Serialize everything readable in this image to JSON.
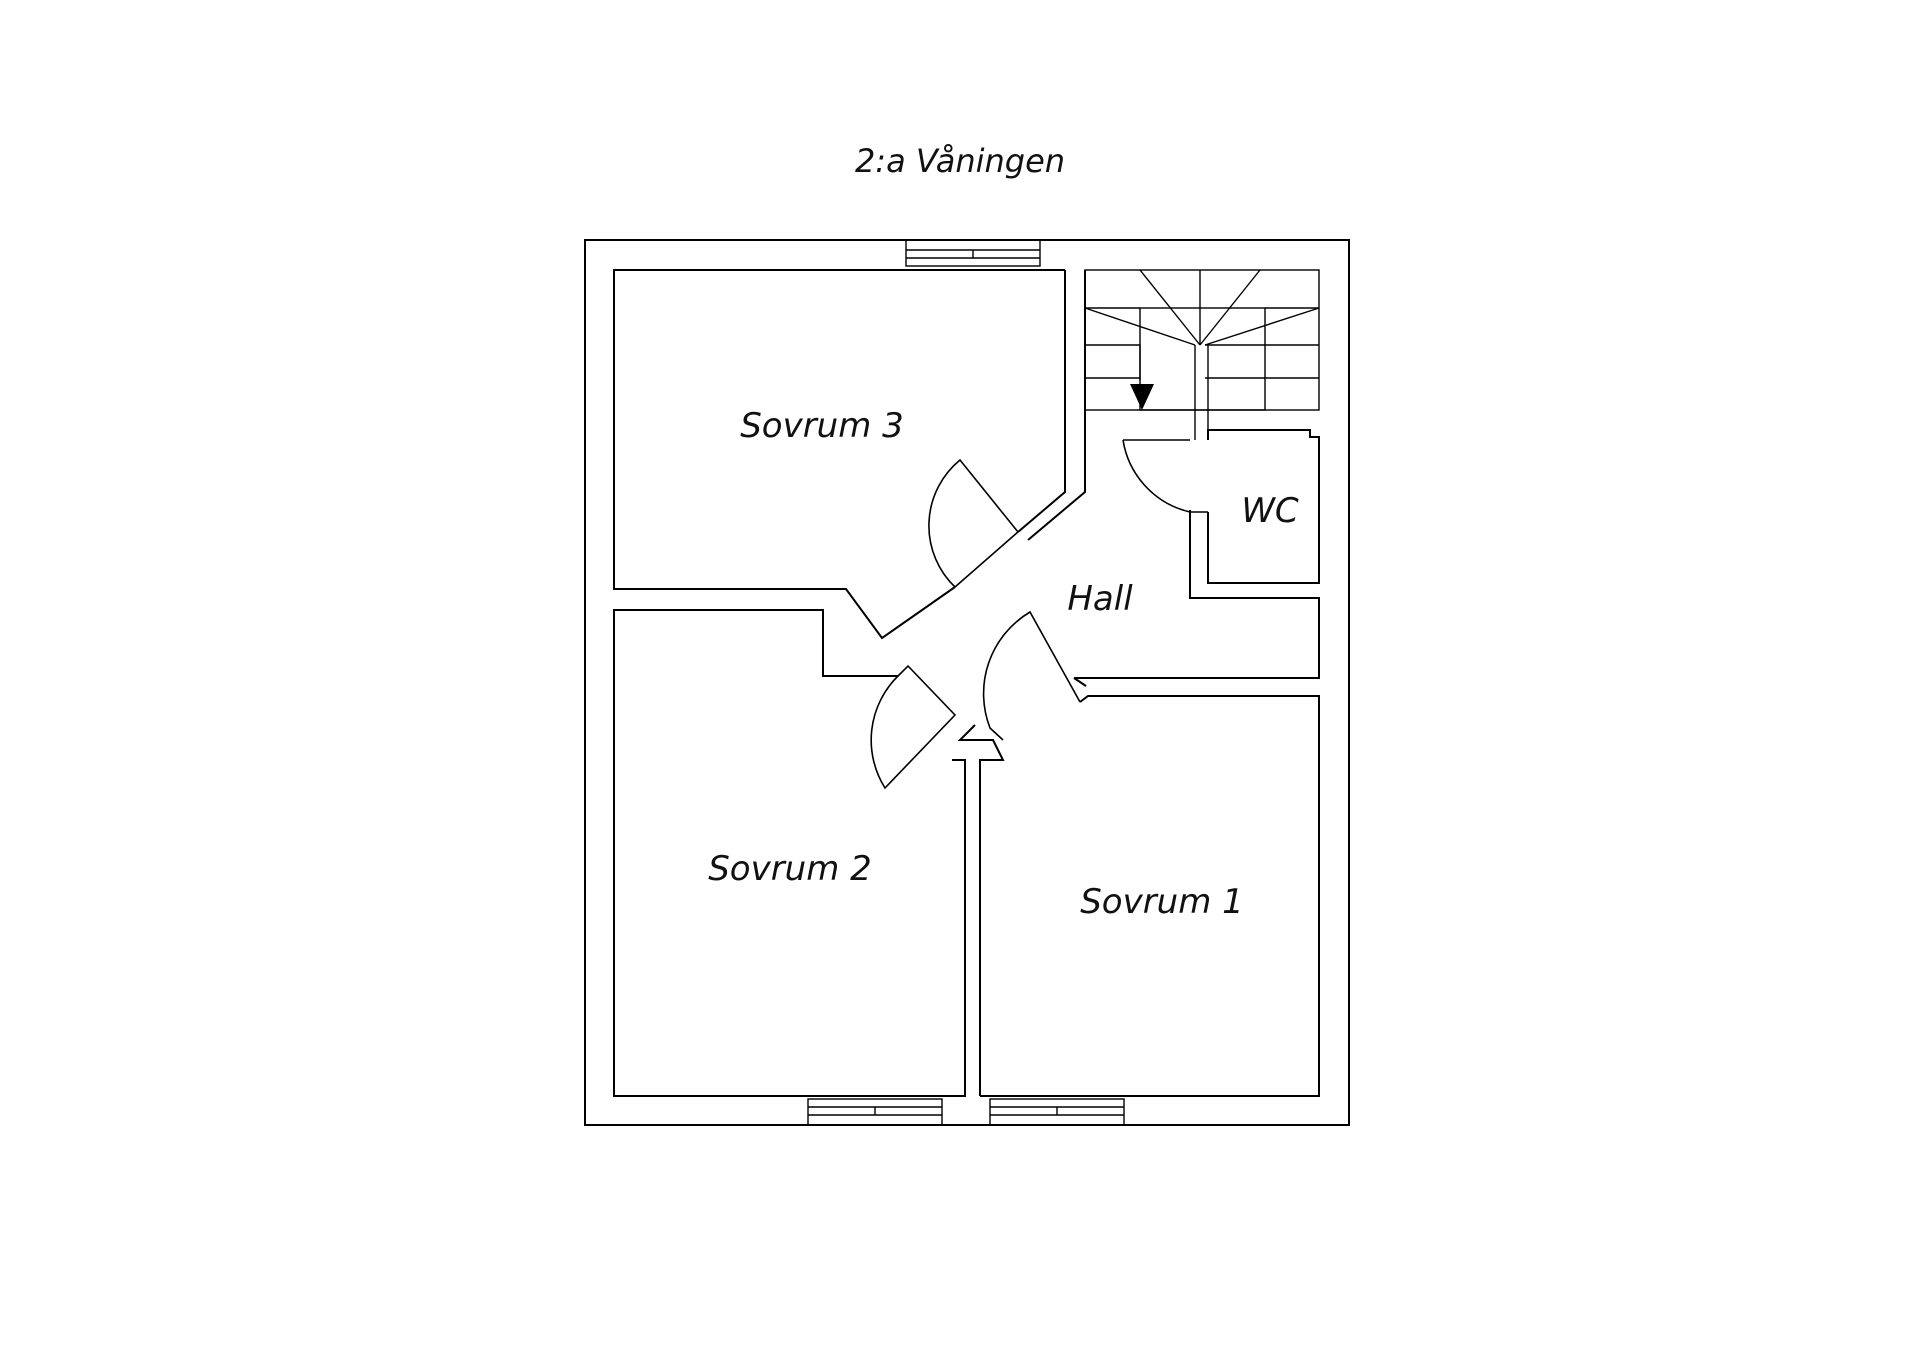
{
  "plan": {
    "title": "2:a Våningen",
    "rooms": {
      "sovrum3": "Sovrum 3",
      "sovrum2": "Sovrum 2",
      "sovrum1": "Sovrum 1",
      "hall": "Hall",
      "wc": "WC"
    }
  }
}
